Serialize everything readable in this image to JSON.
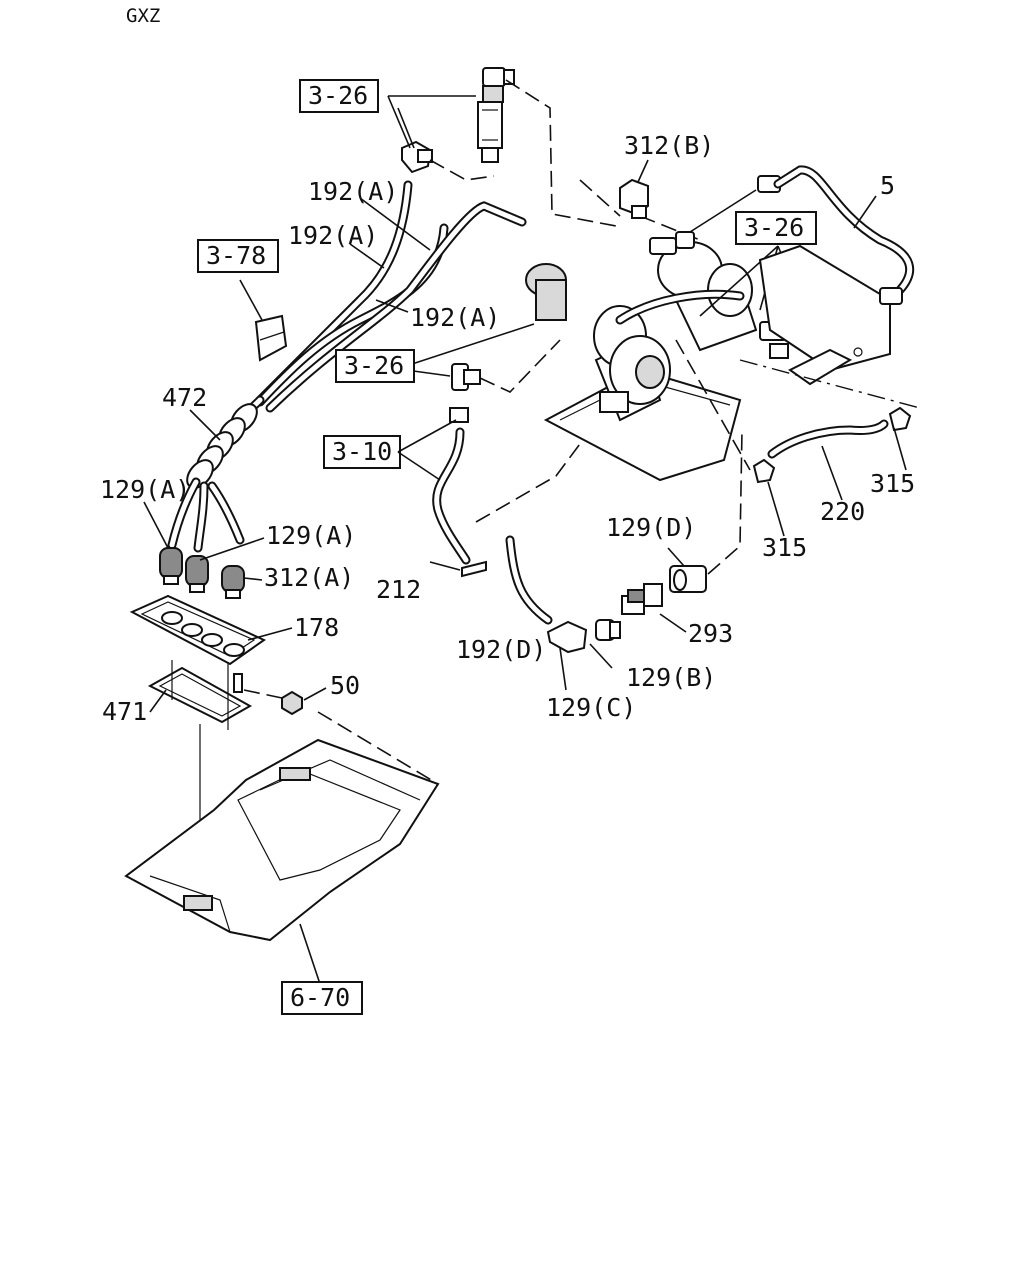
{
  "header": {
    "code": "GXZ"
  },
  "callouts": [
    {
      "id": "ref-3-26-top",
      "text": "3-26",
      "boxed": true
    },
    {
      "id": "ref-3-78",
      "text": "3-78",
      "boxed": true
    },
    {
      "id": "ref-3-26-mid",
      "text": "3-26",
      "boxed": true
    },
    {
      "id": "ref-3-10",
      "text": "3-10",
      "boxed": true
    },
    {
      "id": "ref-3-26-right",
      "text": "3-26",
      "boxed": true
    },
    {
      "id": "ref-6-70",
      "text": "6-70",
      "boxed": true
    },
    {
      "id": "p-192a-1",
      "text": "192(A)"
    },
    {
      "id": "p-192a-2",
      "text": "192(A)"
    },
    {
      "id": "p-192a-3",
      "text": "192(A)"
    },
    {
      "id": "p-472",
      "text": "472"
    },
    {
      "id": "p-129a-1",
      "text": "129(A)"
    },
    {
      "id": "p-129a-2",
      "text": "129(A)"
    },
    {
      "id": "p-312a",
      "text": "312(A)"
    },
    {
      "id": "p-178",
      "text": "178"
    },
    {
      "id": "p-50",
      "text": "50"
    },
    {
      "id": "p-471",
      "text": "471"
    },
    {
      "id": "p-312b",
      "text": "312(B)"
    },
    {
      "id": "p-5",
      "text": "5"
    },
    {
      "id": "p-212",
      "text": "212"
    },
    {
      "id": "p-192d",
      "text": "192(D)"
    },
    {
      "id": "p-129c",
      "text": "129(C)"
    },
    {
      "id": "p-129b",
      "text": "129(B)"
    },
    {
      "id": "p-293",
      "text": "293"
    },
    {
      "id": "p-129d",
      "text": "129(D)"
    },
    {
      "id": "p-315-1",
      "text": "315"
    },
    {
      "id": "p-315-2",
      "text": "315"
    },
    {
      "id": "p-220",
      "text": "220"
    }
  ]
}
